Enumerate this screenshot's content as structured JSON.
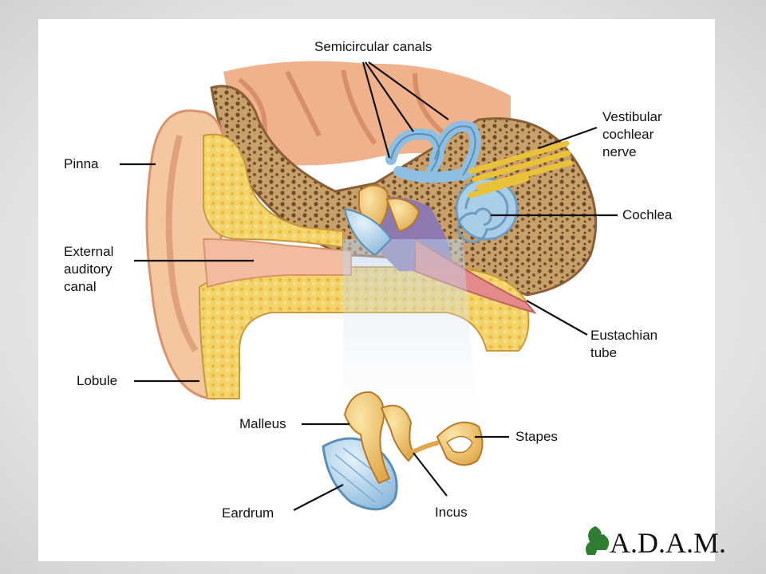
{
  "labels": {
    "semicircular_canals": "Semicircular canals",
    "vestibular_cochlear_nerve": "Vestibular\ncochlear\nnerve",
    "pinna": "Pinna",
    "cochlea": "Cochlea",
    "external_auditory_canal": "External\nauditory\ncanal",
    "eustachian_tube": "Eustachian\ntube",
    "lobule": "Lobule",
    "malleus": "Malleus",
    "stapes": "Stapes",
    "eardrum": "Eardrum",
    "incus": "Incus"
  },
  "logo": {
    "text": "A.D.A.M."
  },
  "colors": {
    "skin": "#f2c49a",
    "bone": "#c9a06a",
    "bone_dark": "#6b4a2a",
    "cartilage": "#f0d060",
    "inner_ear": "#a9cfe8",
    "tissue": "#e89a8a",
    "logo_leaf": "#2e7d32"
  }
}
